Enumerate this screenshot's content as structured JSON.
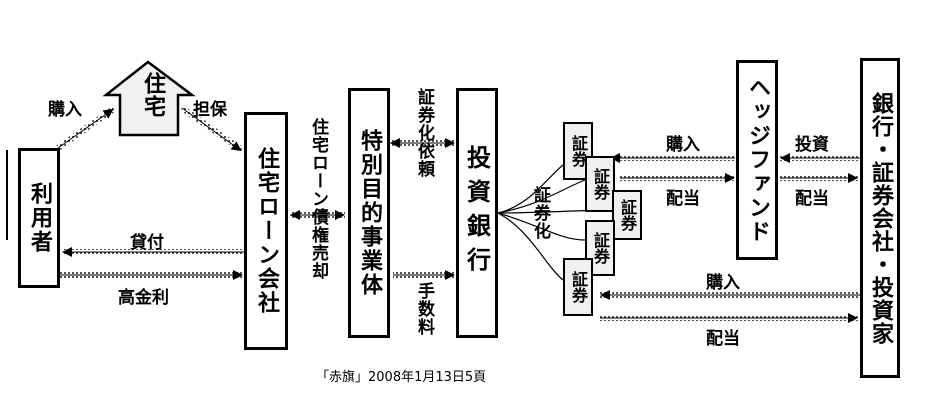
{
  "nodes": {
    "user": "利用者",
    "house": "住宅",
    "mortgage_company": "住宅ローン会社",
    "spv": "特別目的事業体",
    "investment_bank": "投資銀行",
    "hedge_fund": "ヘッジファンド",
    "banks_investors": "銀行・証券会社・投資家"
  },
  "securities": [
    "証券",
    "証券",
    "証券",
    "証券",
    "証券"
  ],
  "labels": {
    "purchase": "購入",
    "collateral": "担保",
    "loan": "貸付",
    "high_interest": "高金利",
    "loan_claim_sale": "住宅ローン債権売却",
    "securitization_request": "証券化依頼",
    "fee": "手数料",
    "securitization": "証券化",
    "hf_purchase": "購入",
    "hf_dividend": "配当",
    "investment": "投資",
    "inv_dividend": "配当",
    "bank_purchase": "購入",
    "bank_dividend": "配当"
  },
  "caption": "「赤旗」2008年1月13日5頁"
}
